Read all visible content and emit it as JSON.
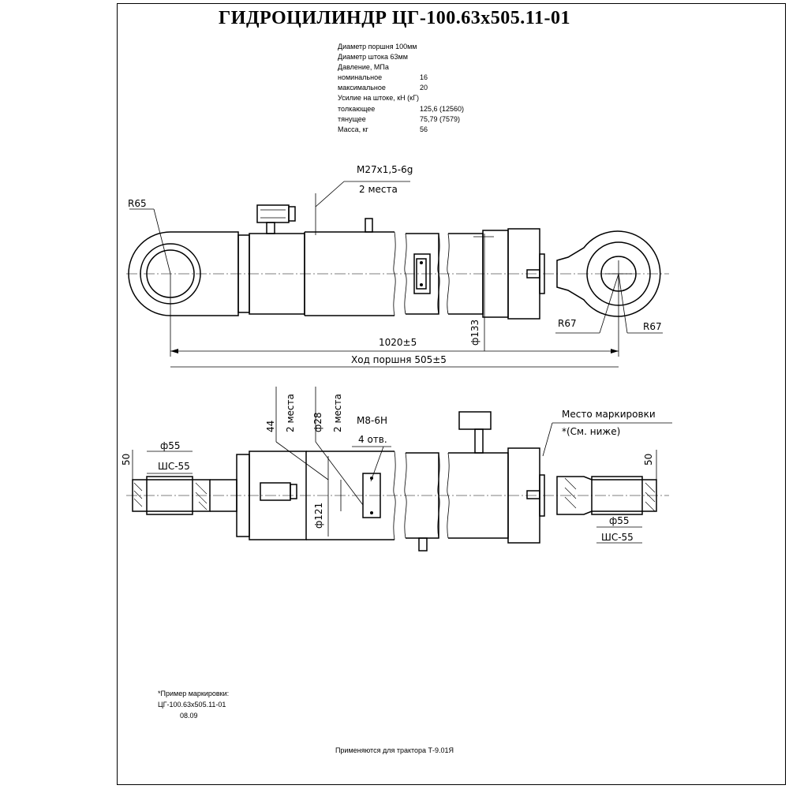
{
  "title": "ГИДРОЦИЛИНДР ЦГ-100.63х505.11-01",
  "specs": [
    {
      "label": "Диаметр поршня 100мм",
      "value": ""
    },
    {
      "label": "Диаметр штока 63мм",
      "value": ""
    },
    {
      "label": "Давление, МПа",
      "value": ""
    },
    {
      "label": "номинальное",
      "value": "16"
    },
    {
      "label": "максимальное",
      "value": "20"
    },
    {
      "label": "Усилие на штоке, кН (кГ)",
      "value": ""
    },
    {
      "label": "толкающее",
      "value": "125,6 (12560)"
    },
    {
      "label": "тянущее",
      "value": "75,79 (7579)"
    },
    {
      "label": "Масса, кг",
      "value": "56"
    }
  ],
  "dimensions": {
    "port_thread": "M27x1,5-6g",
    "port_count": "2 места",
    "radius_rod_end": "R65",
    "radius_eye_1": "R67",
    "radius_eye_2": "R67",
    "barrel_diameter": "ф133",
    "length": "1020±5",
    "stroke": "Ход поршня 505±5",
    "bore": "ф55",
    "bearing": "ШС-55",
    "width_left": "50",
    "width_right": "50",
    "bore_right": "ф55",
    "bearing_right": "ШС-55",
    "dim_44": "44",
    "dim_44_count": "2 места",
    "dim_28": "ф28",
    "dim_28_count": "2 места",
    "thread_m8": "М8-6Н",
    "thread_m8_count": "4 отв.",
    "barrel_121": "ф121",
    "marking_place": "Место маркировки",
    "marking_note": "*(См. ниже)"
  },
  "marking_example": {
    "heading": "*Пример маркировки:",
    "code": "ЦГ-100.63х505.11-01",
    "date": "08.09"
  },
  "footer": "Применяются для трактора Т-9.01Я"
}
